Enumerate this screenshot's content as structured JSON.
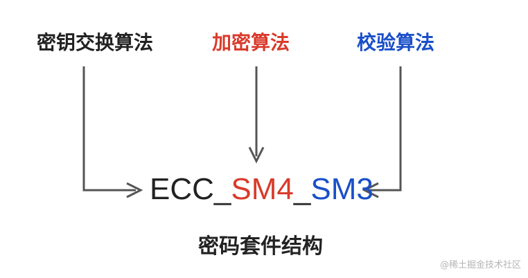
{
  "labels": {
    "key_exchange": "密钥交换算法",
    "encryption": "加密算法",
    "verification": "校验算法"
  },
  "suite": {
    "part1": "ECC_",
    "part2": "SM4",
    "sep": "_",
    "part3": "SM3"
  },
  "caption": "密码套件结构",
  "watermark": "@稀土掘金技术社区",
  "colors": {
    "black": "#222222",
    "red": "#d93a2b",
    "blue": "#1a4fc9",
    "arrow": "#555555",
    "watermark": "#b5b5b5"
  }
}
